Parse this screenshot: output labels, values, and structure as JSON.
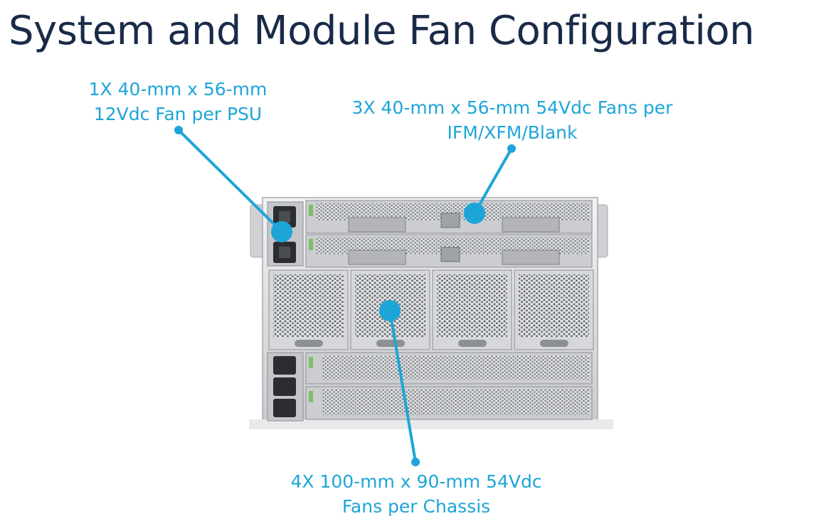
{
  "title": "System and Module Fan Configuration",
  "callouts": {
    "psu": {
      "line1": "1X 40-mm x 56-mm",
      "line2": "12Vdc Fan per PSU"
    },
    "ifm": {
      "line1": "3X 40-mm x 56-mm 54Vdc Fans per",
      "line2": "IFM/XFM/Blank"
    },
    "chassis": {
      "line1": "4X 100-mm x 90-mm 54Vdc",
      "line2": "Fans per Chassis"
    }
  },
  "colors": {
    "title": "#1a2b49",
    "accent": "#1ea5d8",
    "chassis_metal": "#d9dadc",
    "psu_outlet": "#2b2d30"
  }
}
